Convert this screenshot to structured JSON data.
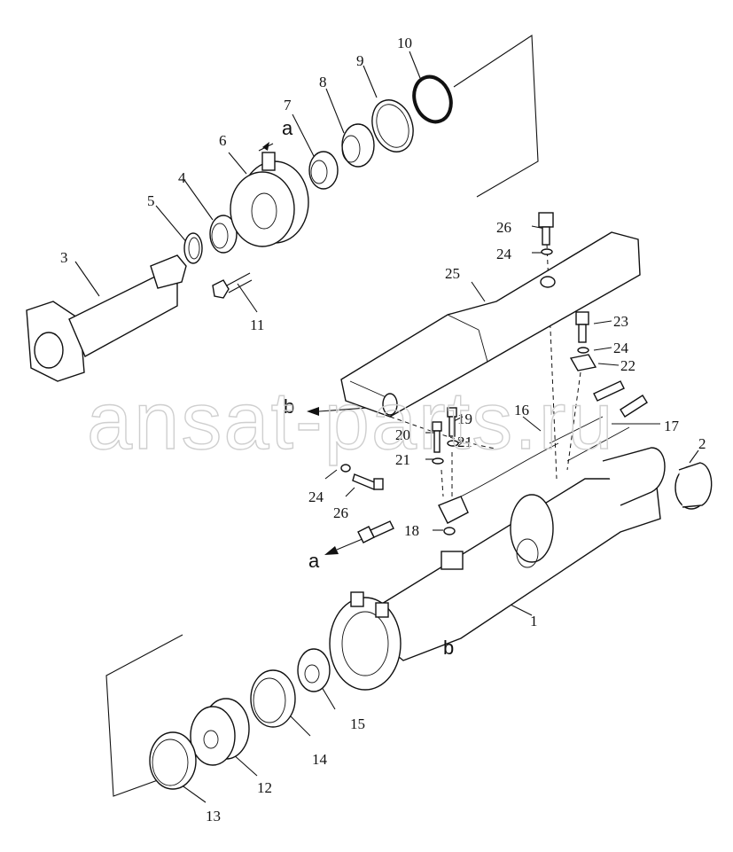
{
  "labels": {
    "p1": "1",
    "p2": "2",
    "p3": "3",
    "p4": "4",
    "p5": "5",
    "p6": "6",
    "p7": "7",
    "p8": "8",
    "p9": "9",
    "p10": "10",
    "p11": "11",
    "p12": "12",
    "p13": "13",
    "p14": "14",
    "p15": "15",
    "p16": "16",
    "p17": "17",
    "p18": "18",
    "p19": "19",
    "p20": "20",
    "p21a": "21",
    "p21b": "21",
    "p22": "22",
    "p23": "23",
    "p24a": "24",
    "p24b": "24",
    "p24c": "24",
    "p25": "25",
    "p26a": "26",
    "p26b": "26",
    "ref_a_top": "a",
    "ref_a_bottom": "a",
    "ref_b_left": "b",
    "ref_b_right": "b"
  },
  "watermark": "ansat-parts.ru"
}
